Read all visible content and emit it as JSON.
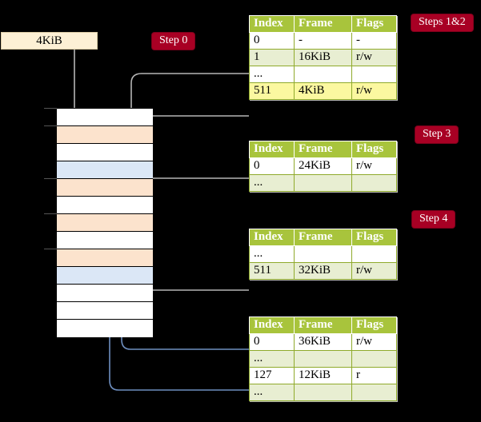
{
  "diagram": {
    "title_badges": [
      {
        "id": "steps12",
        "label": "Steps 1&2"
      },
      {
        "id": "step3",
        "label": "Step 3"
      },
      {
        "id": "step4",
        "label": "Step 4"
      },
      {
        "id": "step0",
        "label": "Step 0"
      }
    ],
    "request_box": {
      "label": "4KiB"
    },
    "accent_colors": {
      "badge_bg": "#a80024",
      "badge_text": "#ffffff",
      "table_header_bg": "#a8c43c",
      "table_alt_row_bg": "#e8eed2",
      "highlight_bg": "#fbf8a0",
      "request_box_bg": "#fdf0d5",
      "memory_orange": "#fce3cd",
      "memory_blue": "#dbe7f6",
      "wire_gray": "#b0b0b0",
      "wire_blue": "#6e8fc0"
    }
  },
  "memory_column": {
    "rows": [
      {
        "index": 0,
        "fill": "white",
        "tick": true
      },
      {
        "index": 1,
        "fill": "orange",
        "tick": true
      },
      {
        "index": 2,
        "fill": "white",
        "tick": false
      },
      {
        "index": 3,
        "fill": "blue",
        "tick": false
      },
      {
        "index": 4,
        "fill": "orange",
        "tick": true
      },
      {
        "index": 5,
        "fill": "white",
        "tick": false
      },
      {
        "index": 6,
        "fill": "orange",
        "tick": true
      },
      {
        "index": 7,
        "fill": "white",
        "tick": false
      },
      {
        "index": 8,
        "fill": "orange",
        "tick": true
      },
      {
        "index": 9,
        "fill": "blue",
        "tick": false
      },
      {
        "index": 10,
        "fill": "white",
        "tick": false
      },
      {
        "index": 11,
        "fill": "white",
        "tick": false
      },
      {
        "index": 12,
        "fill": "white",
        "tick": false
      }
    ]
  },
  "tables": [
    {
      "id": "table1",
      "headers": [
        "Index",
        "Frame",
        "Flags"
      ],
      "rows": [
        {
          "style": "plain",
          "cells": [
            "0",
            "-",
            "-"
          ],
          "highlight": []
        },
        {
          "style": "alt",
          "cells": [
            "1",
            "16KiB",
            "r/w"
          ],
          "highlight": []
        },
        {
          "style": "plain",
          "cells": [
            "...",
            "",
            ""
          ],
          "highlight": []
        },
        {
          "style": "alt",
          "cells": [
            "511",
            "4KiB",
            "r/w"
          ],
          "highlight": [
            0,
            1,
            2
          ]
        }
      ]
    },
    {
      "id": "table2",
      "headers": [
        "Index",
        "Frame",
        "Flags"
      ],
      "rows": [
        {
          "style": "plain",
          "cells": [
            "0",
            "24KiB",
            "r/w"
          ],
          "highlight": []
        },
        {
          "style": "alt",
          "cells": [
            "...",
            "",
            ""
          ],
          "highlight": []
        }
      ]
    },
    {
      "id": "table3",
      "headers": [
        "Index",
        "Frame",
        "Flags"
      ],
      "rows": [
        {
          "style": "plain",
          "cells": [
            "...",
            "",
            ""
          ],
          "highlight": []
        },
        {
          "style": "alt",
          "cells": [
            "511",
            "32KiB",
            "r/w"
          ],
          "highlight": []
        }
      ]
    },
    {
      "id": "table4",
      "headers": [
        "Index",
        "Frame",
        "Flags"
      ],
      "rows": [
        {
          "style": "plain",
          "cells": [
            "0",
            "36KiB",
            "r/w"
          ],
          "highlight": []
        },
        {
          "style": "alt",
          "cells": [
            "...",
            "",
            ""
          ],
          "highlight": []
        },
        {
          "style": "plain",
          "cells": [
            "127",
            "12KiB",
            "r"
          ],
          "highlight": []
        },
        {
          "style": "alt",
          "cells": [
            "...",
            "",
            ""
          ],
          "highlight": []
        }
      ]
    }
  ]
}
